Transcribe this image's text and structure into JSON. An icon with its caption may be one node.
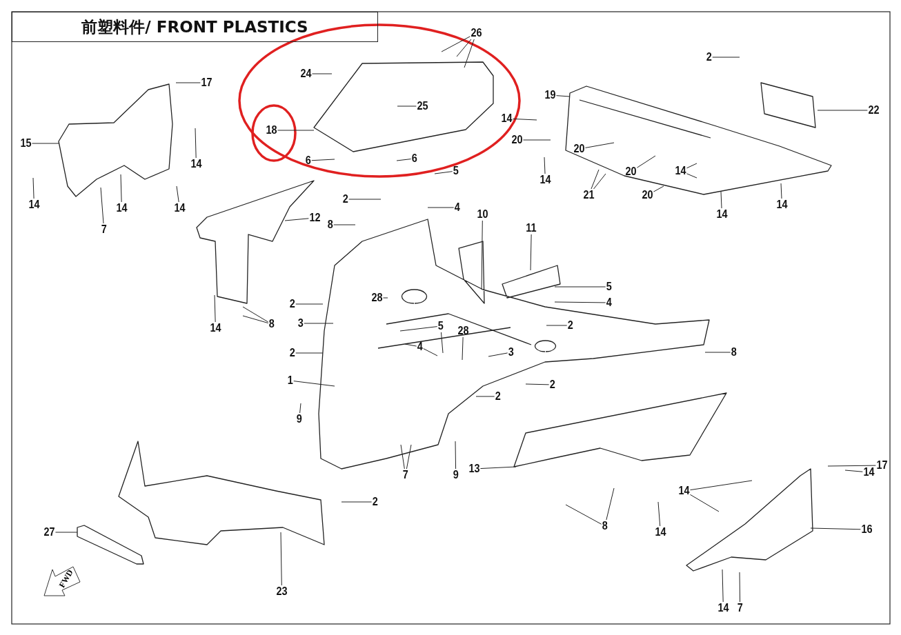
{
  "diagram": {
    "title": "前塑料件/ FRONT PLASTICS",
    "nodes": [
      {
        "text": [
          "17"
        ]
      },
      {
        "text": [
          "15"
        ]
      },
      {
        "text": [
          "14"
        ]
      },
      {
        "text": [
          "14"
        ]
      },
      {
        "text": [
          "14"
        ]
      },
      {
        "text": [
          "7"
        ]
      },
      {
        "text": [
          "14"
        ]
      },
      {
        "text": [
          "24"
        ]
      },
      {
        "text": [
          "18"
        ]
      },
      {
        "text": [
          "25"
        ]
      },
      {
        "text": [
          "26"
        ]
      },
      {
        "text": [
          "6"
        ]
      },
      {
        "text": [
          "6"
        ]
      },
      {
        "text": [
          "2"
        ]
      },
      {
        "text": [
          "19"
        ]
      },
      {
        "text": [
          "14"
        ]
      },
      {
        "text": [
          "22"
        ]
      },
      {
        "text": [
          "20"
        ]
      },
      {
        "text": [
          "20"
        ]
      },
      {
        "text": [
          "14"
        ]
      },
      {
        "text": [
          "21"
        ]
      },
      {
        "text": [
          "20"
        ]
      },
      {
        "text": [
          "14"
        ]
      },
      {
        "text": [
          "20"
        ]
      },
      {
        "text": [
          "14"
        ]
      },
      {
        "text": [
          "14"
        ]
      },
      {
        "text": [
          "2"
        ]
      },
      {
        "text": [
          "5"
        ]
      },
      {
        "text": [
          "4"
        ]
      },
      {
        "text": [
          "12"
        ]
      },
      {
        "text": [
          "8"
        ]
      },
      {
        "text": [
          "10"
        ]
      },
      {
        "text": [
          "11"
        ]
      },
      {
        "text": [
          "5"
        ]
      },
      {
        "text": [
          "4"
        ]
      },
      {
        "text": [
          "2"
        ]
      },
      {
        "text": [
          "2"
        ]
      },
      {
        "text": [
          "28"
        ]
      },
      {
        "text": [
          "14"
        ]
      },
      {
        "text": [
          "8"
        ]
      },
      {
        "text": [
          "3"
        ]
      },
      {
        "text": [
          "5"
        ]
      },
      {
        "text": [
          "4"
        ]
      },
      {
        "text": [
          "28"
        ]
      },
      {
        "text": [
          "2"
        ]
      },
      {
        "text": [
          "3"
        ]
      },
      {
        "text": [
          "1"
        ]
      },
      {
        "text": [
          "2"
        ]
      },
      {
        "text": [
          "2"
        ]
      },
      {
        "text": [
          "8"
        ]
      },
      {
        "text": [
          "9"
        ]
      },
      {
        "text": [
          "7"
        ]
      },
      {
        "text": [
          "9"
        ]
      },
      {
        "text": [
          "13"
        ]
      },
      {
        "text": [
          "2"
        ]
      },
      {
        "text": [
          "14"
        ]
      },
      {
        "text": [
          "17"
        ]
      },
      {
        "text": [
          "14"
        ]
      },
      {
        "text": [
          "16"
        ]
      },
      {
        "text": [
          "8"
        ]
      },
      {
        "text": [
          "14"
        ]
      },
      {
        "text": [
          "27"
        ]
      },
      {
        "text": [
          "23"
        ]
      },
      {
        "text": [
          "14"
        ]
      },
      {
        "text": [
          "7"
        ]
      },
      {
        "text": [
          "FWD"
        ]
      }
    ],
    "edges": [
      {
        "from": 0,
        "to": null,
        "arrow": "none"
      },
      {
        "from": 1,
        "to": null,
        "arrow": "none"
      },
      {
        "from": 2,
        "to": null,
        "arrow": "none"
      },
      {
        "from": 3,
        "to": null,
        "arrow": "none"
      },
      {
        "from": 4,
        "to": null,
        "arrow": "none"
      },
      {
        "from": 5,
        "to": null,
        "arrow": "none"
      },
      {
        "from": 6,
        "to": null,
        "arrow": "none"
      },
      {
        "from": 7,
        "to": null,
        "arrow": "none"
      },
      {
        "from": 8,
        "to": null,
        "arrow": "none"
      },
      {
        "from": 9,
        "to": null,
        "arrow": "none"
      },
      {
        "from": 10,
        "to": null,
        "arrow": "none"
      },
      {
        "from": 10,
        "to": null,
        "arrow": "none"
      },
      {
        "from": 10,
        "to": null,
        "arrow": "none"
      },
      {
        "from": 11,
        "to": null,
        "arrow": "none"
      },
      {
        "from": 12,
        "to": null,
        "arrow": "none"
      },
      {
        "from": 13,
        "to": null,
        "arrow": "none"
      },
      {
        "from": 14,
        "to": null,
        "arrow": "none"
      },
      {
        "from": 15,
        "to": null,
        "arrow": "none"
      },
      {
        "from": 16,
        "to": null,
        "arrow": "none"
      },
      {
        "from": 17,
        "to": null,
        "arrow": "none"
      },
      {
        "from": 18,
        "to": null,
        "arrow": "none"
      },
      {
        "from": 19,
        "to": null,
        "arrow": "none"
      },
      {
        "from": 20,
        "to": null,
        "arrow": "none"
      },
      {
        "from": 20,
        "to": null,
        "arrow": "none"
      },
      {
        "from": 21,
        "to": null,
        "arrow": "none"
      },
      {
        "from": 22,
        "to": null,
        "arrow": "none"
      },
      {
        "from": 22,
        "to": null,
        "arrow": "none"
      },
      {
        "from": 23,
        "to": null,
        "arrow": "none"
      },
      {
        "from": 24,
        "to": null,
        "arrow": "none"
      },
      {
        "from": 25,
        "to": null,
        "arrow": "none"
      },
      {
        "from": 26,
        "to": null,
        "arrow": "none"
      },
      {
        "from": 27,
        "to": null,
        "arrow": "none"
      },
      {
        "from": 28,
        "to": null,
        "arrow": "none"
      },
      {
        "from": 29,
        "to": null,
        "arrow": "none"
      },
      {
        "from": 30,
        "to": null,
        "arrow": "none"
      },
      {
        "from": 31,
        "to": null,
        "arrow": "none"
      },
      {
        "from": 32,
        "to": null,
        "arrow": "none"
      },
      {
        "from": 33,
        "to": null,
        "arrow": "none"
      },
      {
        "from": 34,
        "to": null,
        "arrow": "none"
      },
      {
        "from": 35,
        "to": null,
        "arrow": "none"
      },
      {
        "from": 36,
        "to": null,
        "arrow": "none"
      },
      {
        "from": 37,
        "to": null,
        "arrow": "none"
      },
      {
        "from": 38,
        "to": null,
        "arrow": "none"
      },
      {
        "from": 39,
        "to": null,
        "arrow": "none"
      },
      {
        "from": 39,
        "to": null,
        "arrow": "none"
      },
      {
        "from": 40,
        "to": null,
        "arrow": "none"
      },
      {
        "from": 41,
        "to": null,
        "arrow": "none"
      },
      {
        "from": 41,
        "to": null,
        "arrow": "none"
      },
      {
        "from": 42,
        "to": null,
        "arrow": "none"
      },
      {
        "from": 42,
        "to": null,
        "arrow": "none"
      },
      {
        "from": 43,
        "to": null,
        "arrow": "none"
      },
      {
        "from": 44,
        "to": null,
        "arrow": "none"
      },
      {
        "from": 45,
        "to": null,
        "arrow": "none"
      },
      {
        "from": 46,
        "to": null,
        "arrow": "none"
      },
      {
        "from": 47,
        "to": null,
        "arrow": "none"
      },
      {
        "from": 48,
        "to": null,
        "arrow": "none"
      },
      {
        "from": 49,
        "to": null,
        "arrow": "none"
      },
      {
        "from": 50,
        "to": null,
        "arrow": "none"
      },
      {
        "from": 51,
        "to": null,
        "arrow": "none"
      },
      {
        "from": 51,
        "to": null,
        "arrow": "none"
      },
      {
        "from": 52,
        "to": null,
        "arrow": "none"
      },
      {
        "from": 53,
        "to": null,
        "arrow": "none"
      },
      {
        "from": 54,
        "to": null,
        "arrow": "none"
      },
      {
        "from": 55,
        "to": null,
        "arrow": "none"
      },
      {
        "from": 55,
        "to": null,
        "arrow": "none"
      },
      {
        "from": 56,
        "to": null,
        "arrow": "none"
      },
      {
        "from": 57,
        "to": null,
        "arrow": "none"
      },
      {
        "from": 58,
        "to": null,
        "arrow": "none"
      },
      {
        "from": 59,
        "to": null,
        "arrow": "none"
      },
      {
        "from": 59,
        "to": null,
        "arrow": "none"
      },
      {
        "from": 60,
        "to": null,
        "arrow": "none"
      },
      {
        "from": 61,
        "to": null,
        "arrow": "none"
      },
      {
        "from": 62,
        "to": null,
        "arrow": "none"
      },
      {
        "from": 63,
        "to": null,
        "arrow": "none"
      },
      {
        "from": 64,
        "to": null,
        "arrow": "none"
      }
    ]
  }
}
